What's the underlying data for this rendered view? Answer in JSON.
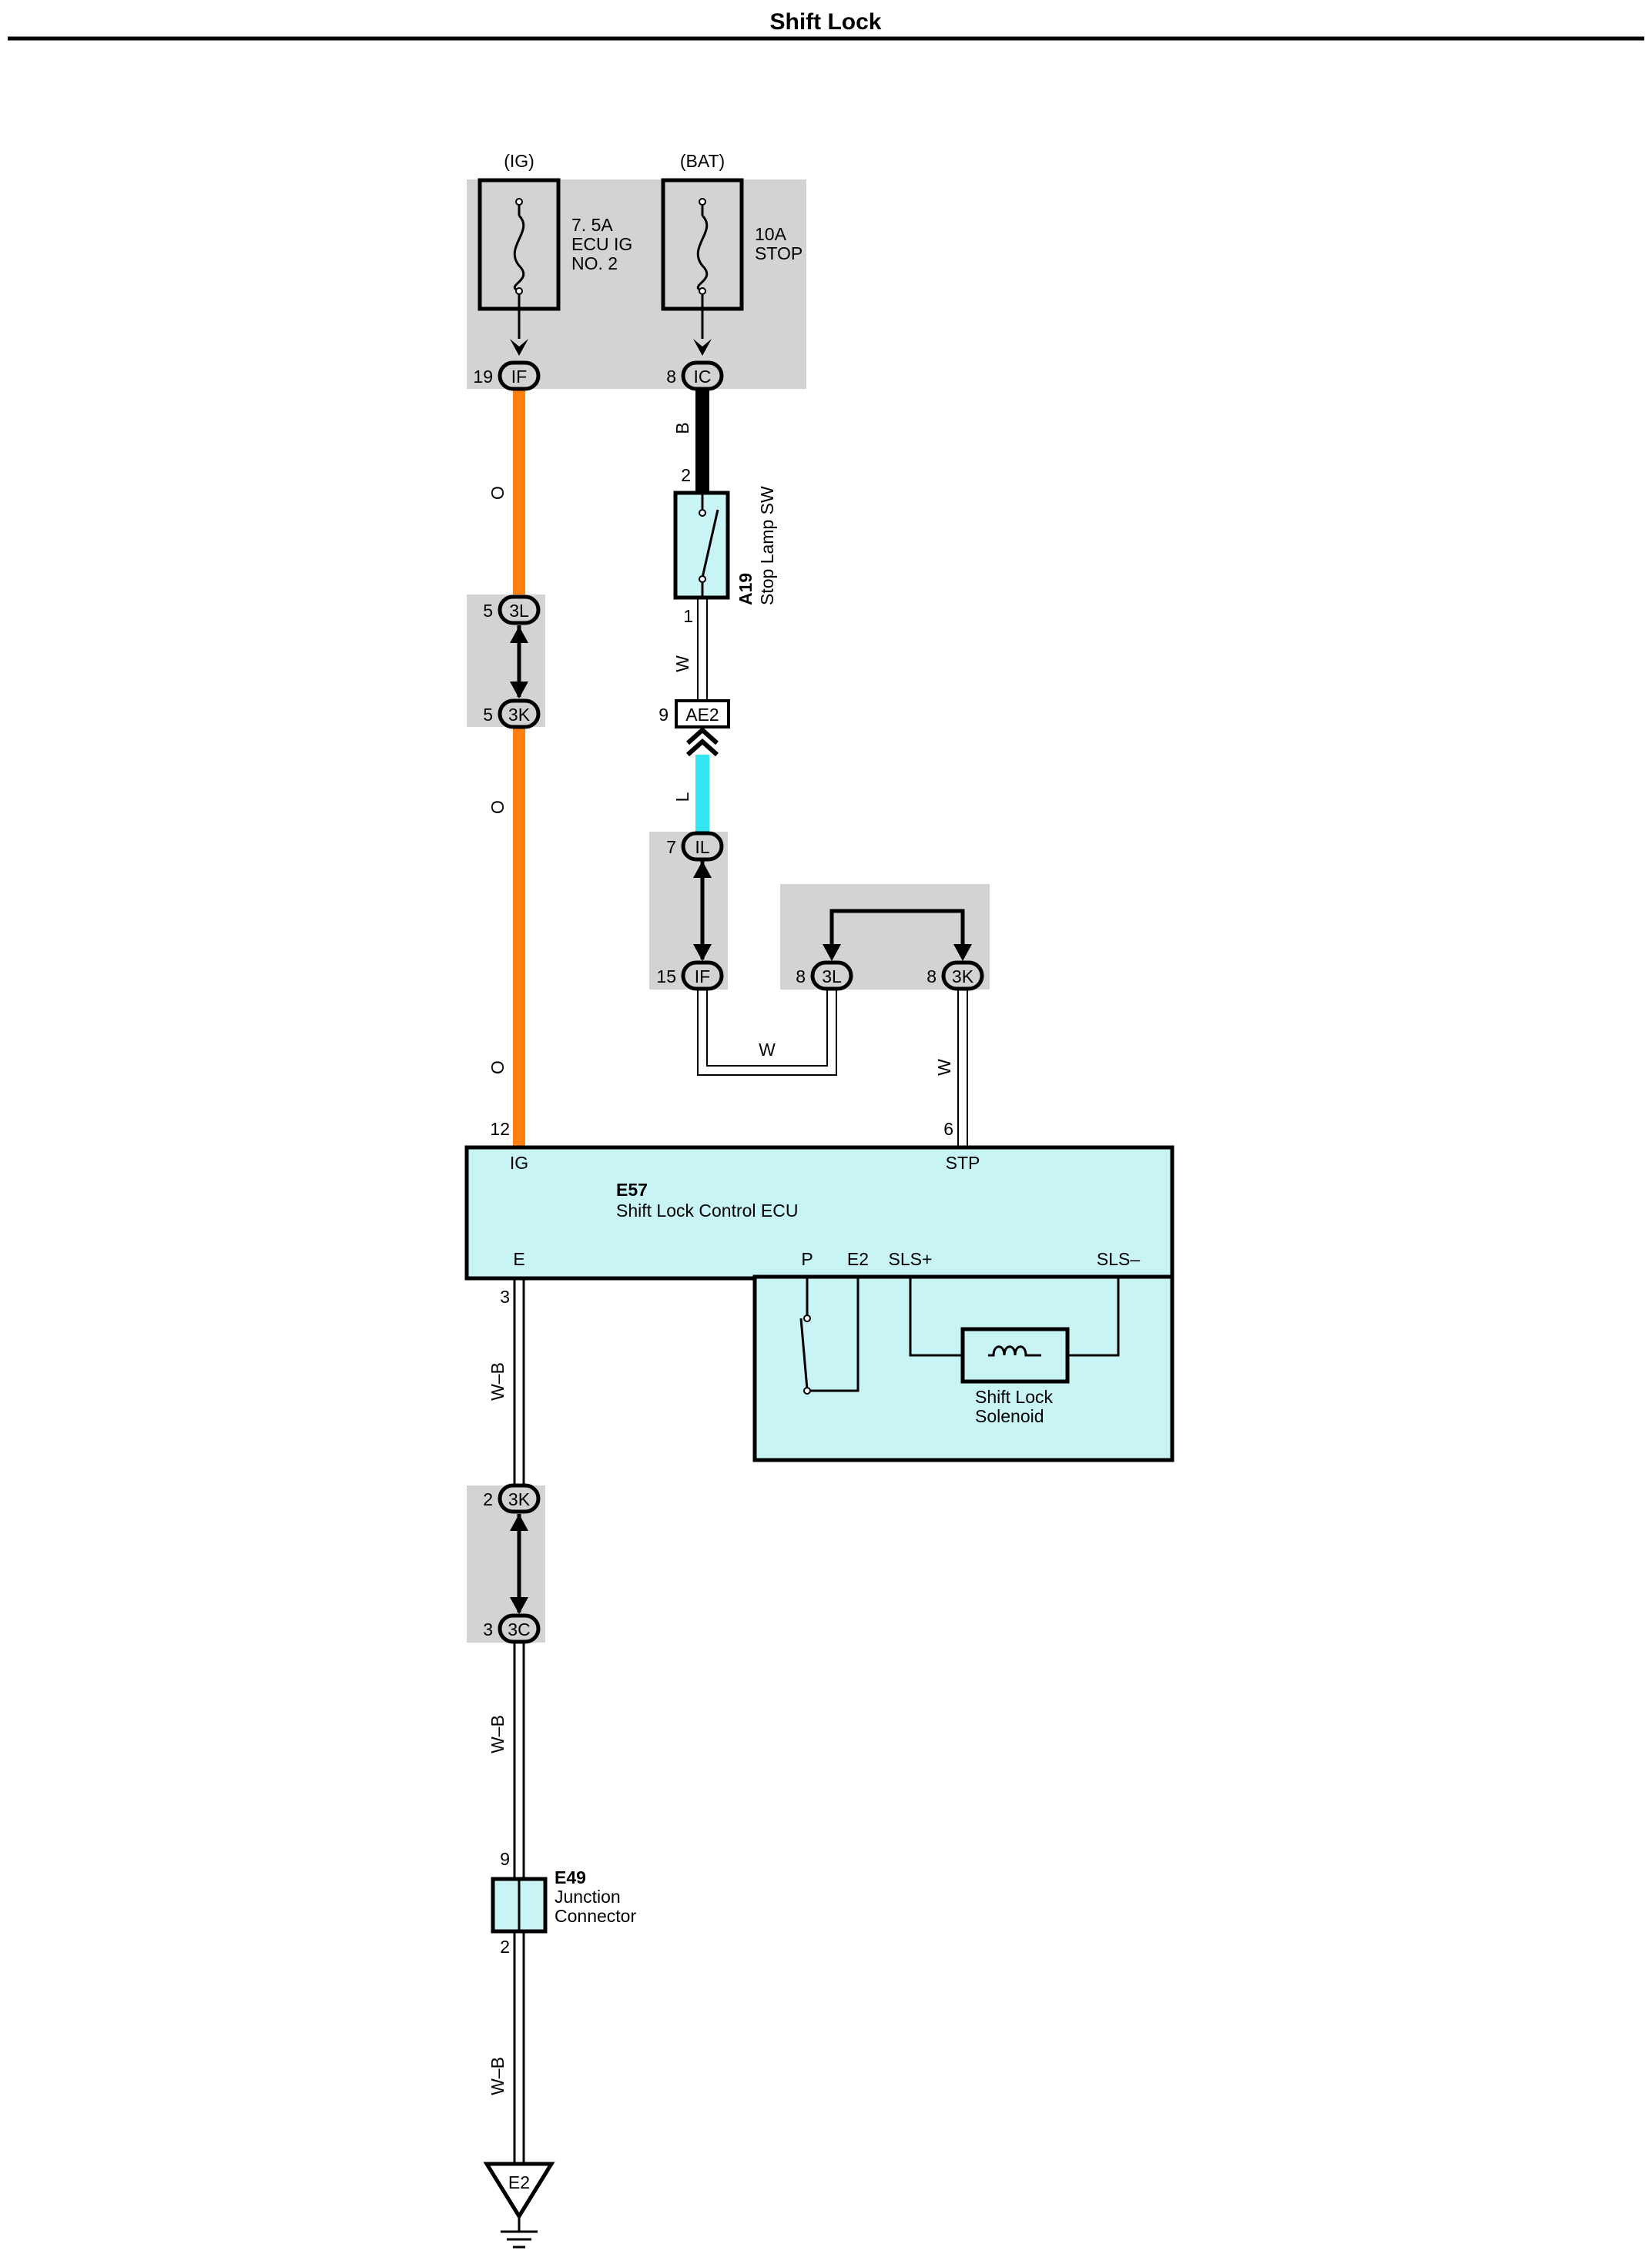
{
  "title": "Shift Lock",
  "colors": {
    "wire_orange": "#ff7f0f",
    "wire_black": "#000000",
    "wire_blue": "#33e6f2",
    "component_fill": "#c8f4f6",
    "shaded_box": "#d3d3d3"
  },
  "power": {
    "ig": {
      "label": "(IG)",
      "fuse_line1": "7. 5A",
      "fuse_line2": "ECU IG",
      "fuse_line3": "NO. 2",
      "pin": "19",
      "connector": "IF"
    },
    "bat": {
      "label": "(BAT)",
      "fuse_line1": "10A",
      "fuse_line2": "STOP",
      "pin": "8",
      "connector": "IC"
    }
  },
  "wires": {
    "o1": "O",
    "o2": "O",
    "o3": "O",
    "b": "B",
    "w1": "W",
    "l": "L",
    "w2": "W",
    "w3": "W",
    "wb1": "W–B",
    "wb2": "W–B",
    "wb3": "W–B"
  },
  "connectors": {
    "c3l_left": {
      "pin": "5",
      "name": "3L"
    },
    "c3k_left": {
      "pin": "5",
      "name": "3K"
    },
    "ae2": {
      "pin": "9",
      "name": "AE2"
    },
    "il": {
      "pin": "7",
      "name": "IL"
    },
    "if_mid": {
      "pin": "15",
      "name": "IF"
    },
    "c3l_mid": {
      "pin": "8",
      "name": "3L"
    },
    "c3k_mid": {
      "pin": "8",
      "name": "3K"
    },
    "c3k_low": {
      "pin": "2",
      "name": "3K"
    },
    "c3c_low": {
      "pin": "3",
      "name": "3C"
    }
  },
  "stop_lamp_sw": {
    "code": "A19",
    "name": "Stop Lamp SW",
    "pin_top": "2",
    "pin_bottom": "1"
  },
  "ecu": {
    "code": "E57",
    "name": "Shift Lock Control ECU",
    "terminal_ig": "IG",
    "terminal_stp": "STP",
    "terminal_e": "E",
    "terminal_p": "P",
    "terminal_e2": "E2",
    "terminal_sls_plus": "SLS+",
    "terminal_sls_minus": "SLS–",
    "pin_ig": "12",
    "pin_stp": "6",
    "pin_e": "3",
    "solenoid_line1": "Shift Lock",
    "solenoid_line2": "Solenoid"
  },
  "junction": {
    "code": "E49",
    "name_line1": "Junction",
    "name_line2": "Connector",
    "pin_top": "9",
    "pin_bottom": "2"
  },
  "ground": {
    "name": "E2"
  }
}
